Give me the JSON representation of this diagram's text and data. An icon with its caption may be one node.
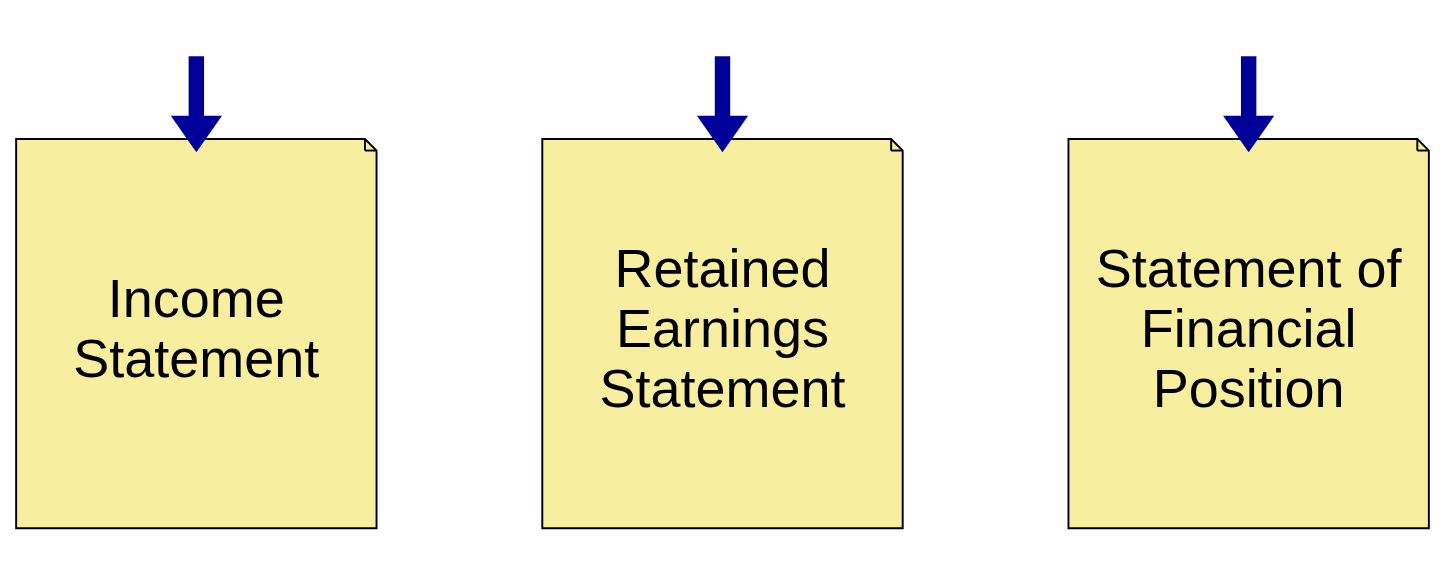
{
  "diagram": {
    "nodes": [
      {
        "text": [
          "Income Statement"
        ]
      },
      {
        "text": [
          "Retained Earnings Statement"
        ]
      },
      {
        "text": [
          "Statement of Financial Position"
        ]
      }
    ],
    "edges": [
      {
        "from": null,
        "to": 0,
        "arrow": "to"
      },
      {
        "from": null,
        "to": 1,
        "arrow": "to"
      },
      {
        "from": null,
        "to": 2,
        "arrow": "to"
      }
    ]
  }
}
